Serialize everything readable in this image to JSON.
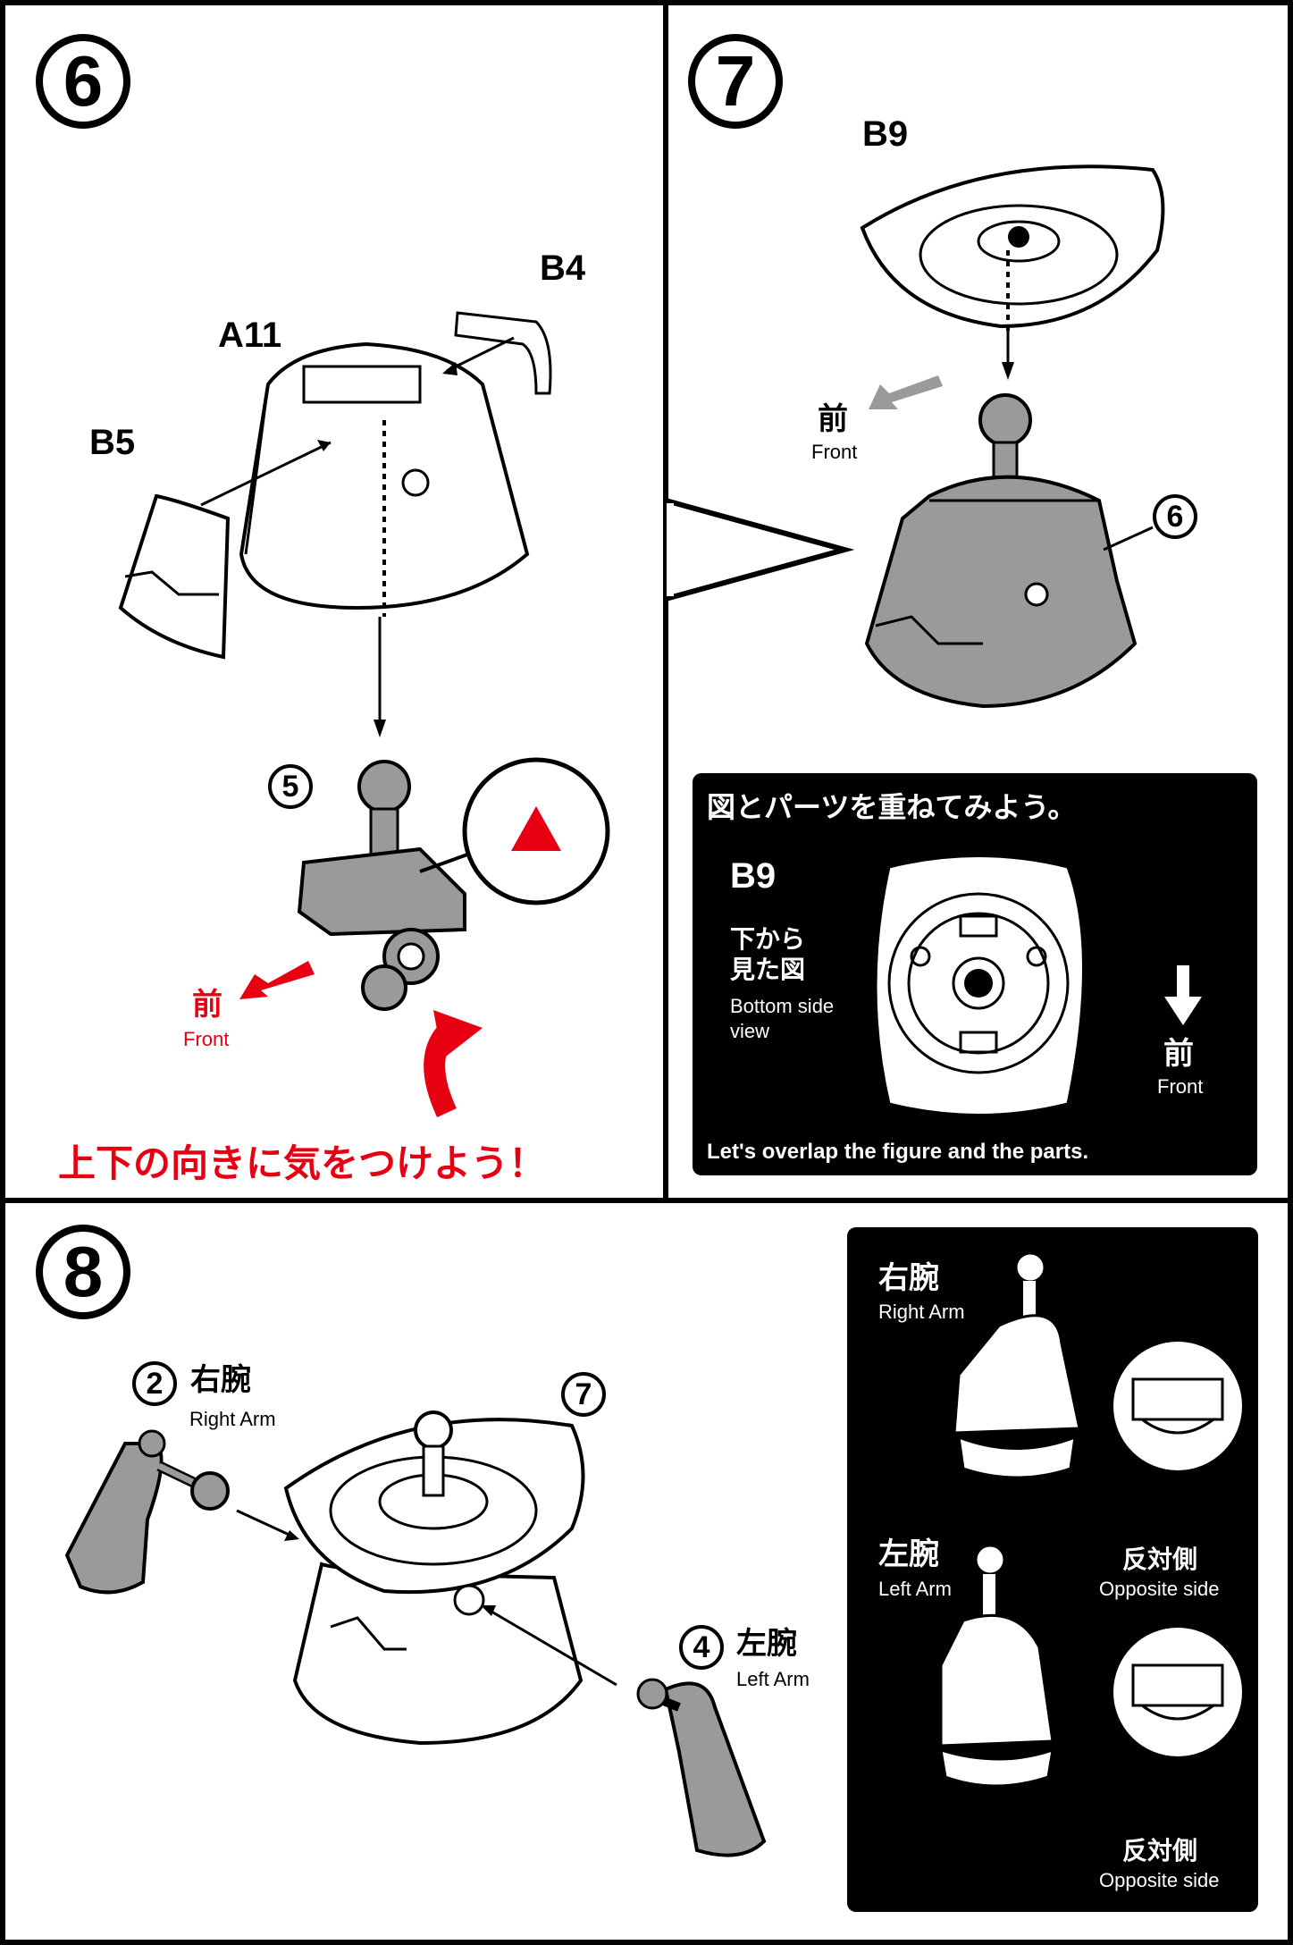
{
  "steps": {
    "s6": {
      "number": "6",
      "parts": {
        "b4": "B4",
        "a11": "A11",
        "b5": "B5"
      },
      "sub_ref": "5",
      "front_jp": "前",
      "front_en": "Front",
      "warning": "上下の向きに気をつけよう！"
    },
    "s7": {
      "number": "7",
      "parts": {
        "b9": "B9"
      },
      "front_jp": "前",
      "front_en": "Front",
      "sub_ref": "6",
      "box": {
        "title": "図とパーツを重ねてみよう。",
        "part": "B9",
        "view_jp_1": "下から",
        "view_jp_2": "見た図",
        "view_en_1": "Bottom side",
        "view_en_2": "view",
        "front_jp": "前",
        "front_en": "Front",
        "footer": "Let's overlap the figure and the parts."
      }
    },
    "s8": {
      "number": "8",
      "right_arm": {
        "num": "2",
        "jp": "右腕",
        "en": "Right Arm"
      },
      "left_arm": {
        "num": "4",
        "jp": "左腕",
        "en": "Left Arm"
      },
      "sub_ref": "7",
      "box": {
        "right_jp": "右腕",
        "right_en": "Right Arm",
        "left_jp": "左腕",
        "left_en": "Left Arm",
        "opposite_jp_1": "反対側",
        "opposite_en_1": "Opposite side",
        "opposite_jp_2": "反対側",
        "opposite_en_2": "Opposite side"
      }
    }
  },
  "colors": {
    "red": "#e60012",
    "gray": "#9a9a9a",
    "black": "#000000"
  }
}
